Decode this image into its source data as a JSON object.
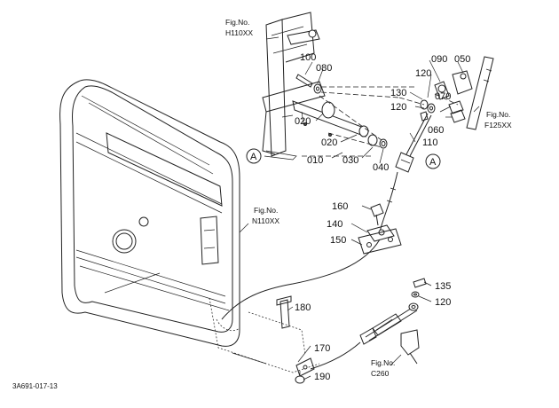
{
  "references": {
    "fig_h110": {
      "line1": "Fig.No.",
      "line2": "H110XX"
    },
    "fig_f125": {
      "line1": "Fig.No.",
      "line2": "F125XX"
    },
    "fig_n110": {
      "line1": "Fig.No.",
      "line2": "N110XX"
    },
    "fig_c260": {
      "line1": "Fig.No.",
      "line2": "C260"
    }
  },
  "callouts": {
    "p010": "010",
    "p020a": "020",
    "p020b": "020",
    "p030": "030",
    "p040": "040",
    "p050": "050",
    "p060": "060",
    "p070": "070",
    "p080": "080",
    "p090": "090",
    "p100": "100",
    "p110": "110",
    "p120a": "120",
    "p120b": "120",
    "p120c": "120",
    "p130": "130",
    "p135": "135",
    "p140": "140",
    "p150": "150",
    "p160": "160",
    "p170": "170",
    "p180": "180",
    "p190": "190"
  },
  "connectors": {
    "a_left": "A",
    "a_right": "A"
  },
  "drawing_code": "3A691-017-13"
}
